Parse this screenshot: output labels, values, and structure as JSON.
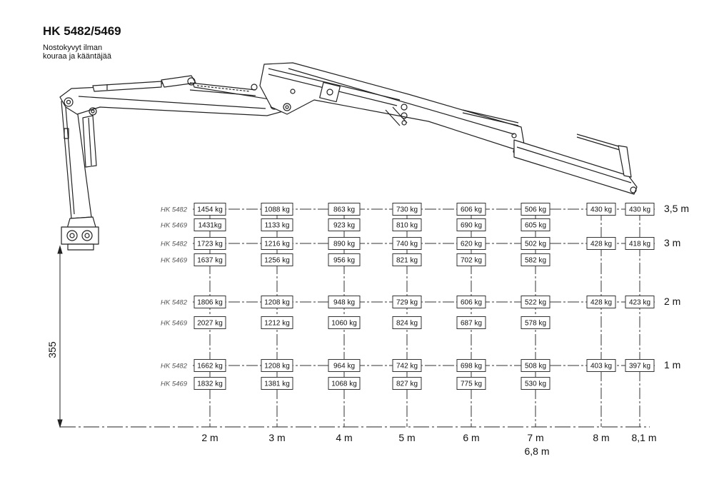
{
  "title": "HK 5482/5469",
  "subtitle": [
    "Nostokyvyt ilman",
    "kouraa ja kääntäjää"
  ],
  "mast_height": "355",
  "reach_labels": [
    "2 m",
    "3 m",
    "4 m",
    "5 m",
    "6 m",
    "7 m",
    "8 m",
    "8,1 m"
  ],
  "reach_extra_label": "6,8 m",
  "height_labels": [
    "3,5 m",
    "3 m",
    "2 m",
    "1 m"
  ],
  "models": [
    "HK 5482",
    "HK 5469"
  ],
  "rows": [
    {
      "height": "3,5 m",
      "model": "HK 5482",
      "values": [
        "1454 kg",
        "1088 kg",
        "863 kg",
        "730 kg",
        "606 kg",
        "506 kg",
        "430 kg",
        "430 kg"
      ]
    },
    {
      "height": "3,5 m",
      "model": "HK 5469",
      "values": [
        "1431kg",
        "1133 kg",
        "923 kg",
        "810 kg",
        "690 kg",
        "605 kg",
        "",
        ""
      ]
    },
    {
      "height": "3 m",
      "model": "HK 5482",
      "values": [
        "1723 kg",
        "1216 kg",
        "890 kg",
        "740 kg",
        "620 kg",
        "502 kg",
        "428 kg",
        "418 kg"
      ]
    },
    {
      "height": "3 m",
      "model": "HK 5469",
      "values": [
        "1637 kg",
        "1256 kg",
        "956 kg",
        "821 kg",
        "702 kg",
        "582 kg",
        "",
        ""
      ]
    },
    {
      "height": "2 m",
      "model": "HK 5482",
      "values": [
        "1806 kg",
        "1208 kg",
        "948 kg",
        "729 kg",
        "606 kg",
        "522 kg",
        "428 kg",
        "423 kg"
      ]
    },
    {
      "height": "2 m",
      "model": "HK 5469",
      "values": [
        "2027 kg",
        "1212 kg",
        "1060 kg",
        "824 kg",
        "687 kg",
        "578 kg",
        "",
        ""
      ]
    },
    {
      "height": "1 m",
      "model": "HK 5482",
      "values": [
        "1662 kg",
        "1208 kg",
        "964 kg",
        "742 kg",
        "698 kg",
        "508 kg",
        "403 kg",
        "397 kg"
      ]
    },
    {
      "height": "1 m",
      "model": "HK 5469",
      "values": [
        "1832 kg",
        "1381 kg",
        "1068 kg",
        "827 kg",
        "775 kg",
        "530 kg",
        "",
        ""
      ]
    }
  ]
}
